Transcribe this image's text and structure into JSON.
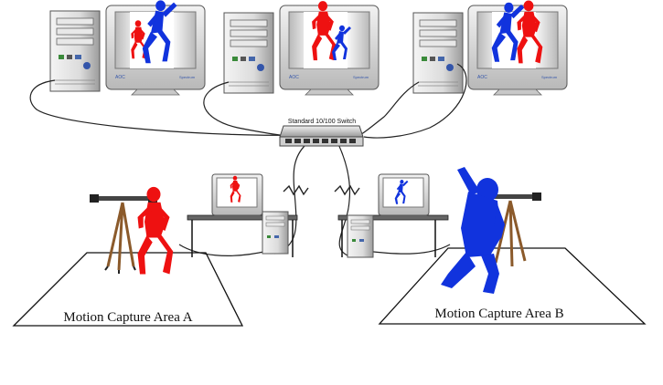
{
  "switch": {
    "label": "Standard 10/100 Switch"
  },
  "areas": [
    {
      "label": "Motion Capture Area A",
      "figure_color": "#ee1111"
    },
    {
      "label": "Motion Capture Area B",
      "figure_color": "#1133dd"
    }
  ],
  "monitor": {
    "brand": "AOC",
    "model": "Spectrum"
  },
  "icons": [
    "tower-pc-icon",
    "crt-monitor-icon",
    "network-switch-icon",
    "tripod-camera-icon",
    "desk-icon",
    "human-silhouette-icon",
    "break-line-icon"
  ]
}
